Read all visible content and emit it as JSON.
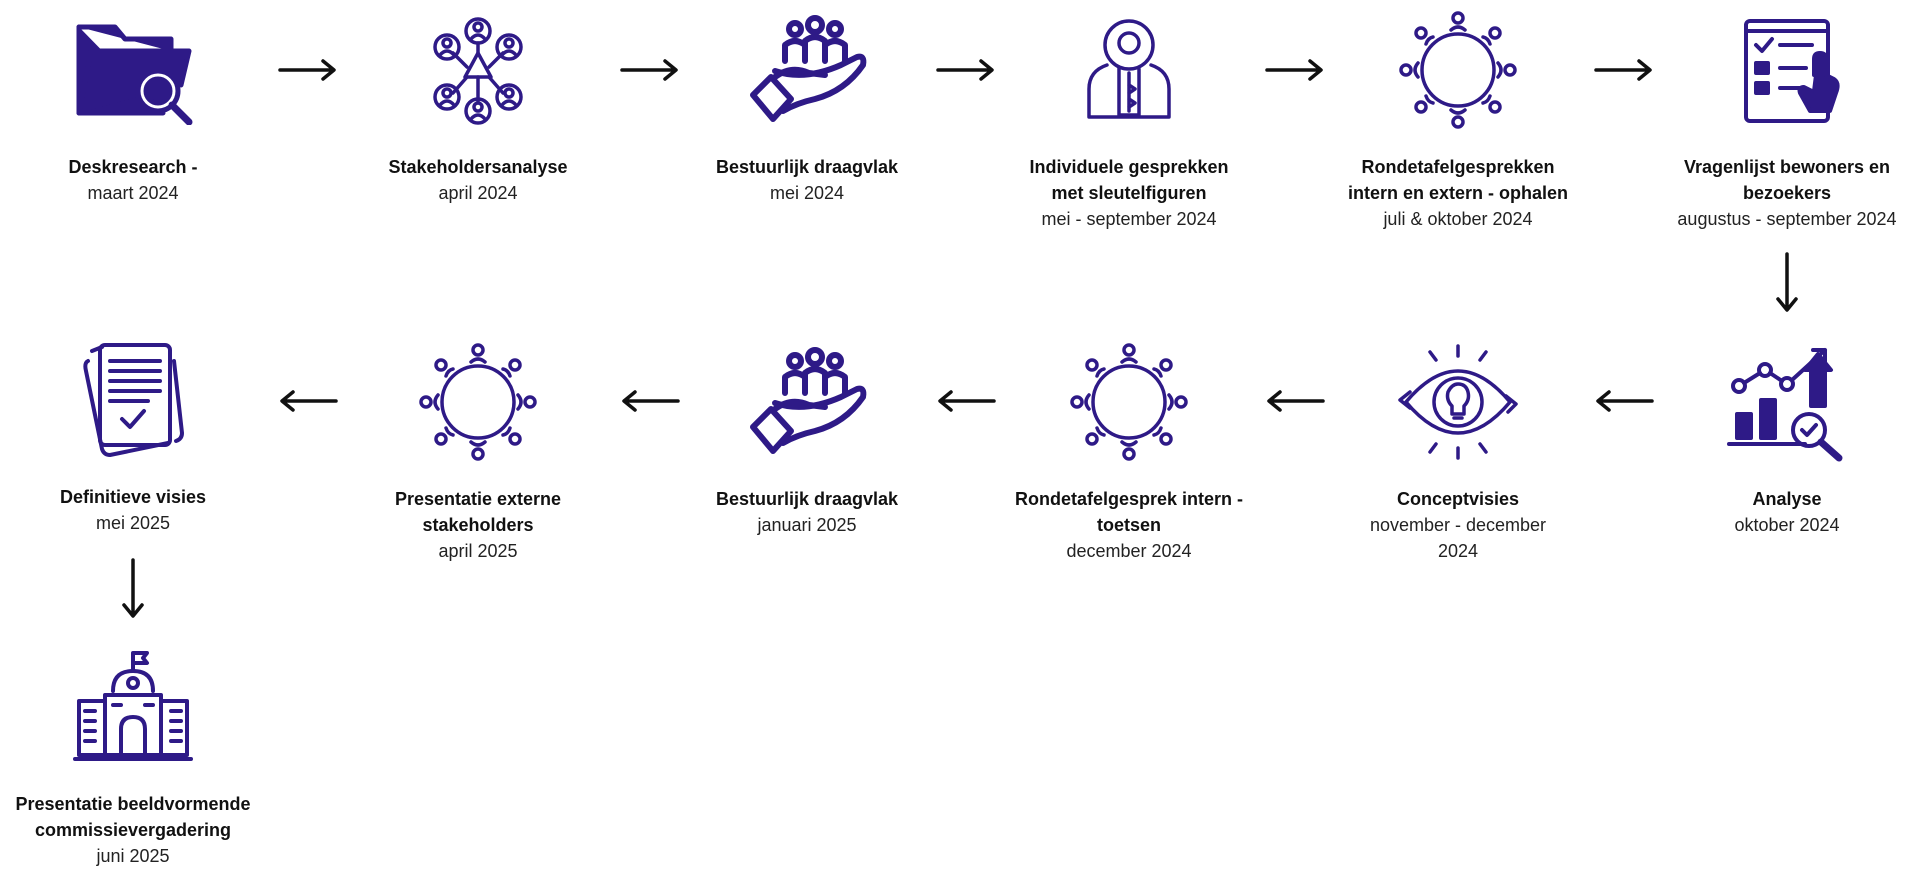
{
  "colors": {
    "icon": "#2e1a87",
    "arrow": "#111111"
  },
  "steps": [
    {
      "icon": "folder-search-icon",
      "label": "Deskresearch -",
      "date": "maart 2024"
    },
    {
      "icon": "stakeholder-network-icon",
      "label": "Stakeholdersanalyse",
      "date": "april 2024"
    },
    {
      "icon": "hand-group-icon",
      "label": "Bestuurlijk draagvlak",
      "date": "mei 2024"
    },
    {
      "icon": "person-key-icon",
      "label": "Individuele gesprekken\nmet sleutelfiguren",
      "date": "mei - september 2024"
    },
    {
      "icon": "round-table-icon",
      "label": "Rondetafelgesprekken\nintern en extern - ophalen",
      "date": "juli & oktober 2024"
    },
    {
      "icon": "survey-tablet-icon",
      "label": "Vragenlijst bewoners en\nbezoekers",
      "date": "augustus - september 2024"
    },
    {
      "icon": "analytics-icon",
      "label": "Analyse",
      "date": "oktober 2024"
    },
    {
      "icon": "eye-lightbulb-icon",
      "label": "Conceptvisies",
      "date": "november - december\n2024"
    },
    {
      "icon": "round-table-icon",
      "label": "Rondetafelgesprek intern -\ntoetsen",
      "date": "december 2024"
    },
    {
      "icon": "hand-group-icon",
      "label": "Bestuurlijk draagvlak",
      "date": "januari 2025"
    },
    {
      "icon": "round-table-icon",
      "label": "Presentatie externe\nstakeholders",
      "date": "april 2025"
    },
    {
      "icon": "document-check-icon",
      "label": "Definitieve visies",
      "date": "mei 2025"
    },
    {
      "icon": "town-hall-icon",
      "label": "Presentatie beeldvormende\ncommissievergadering",
      "date": "juni 2025"
    }
  ]
}
